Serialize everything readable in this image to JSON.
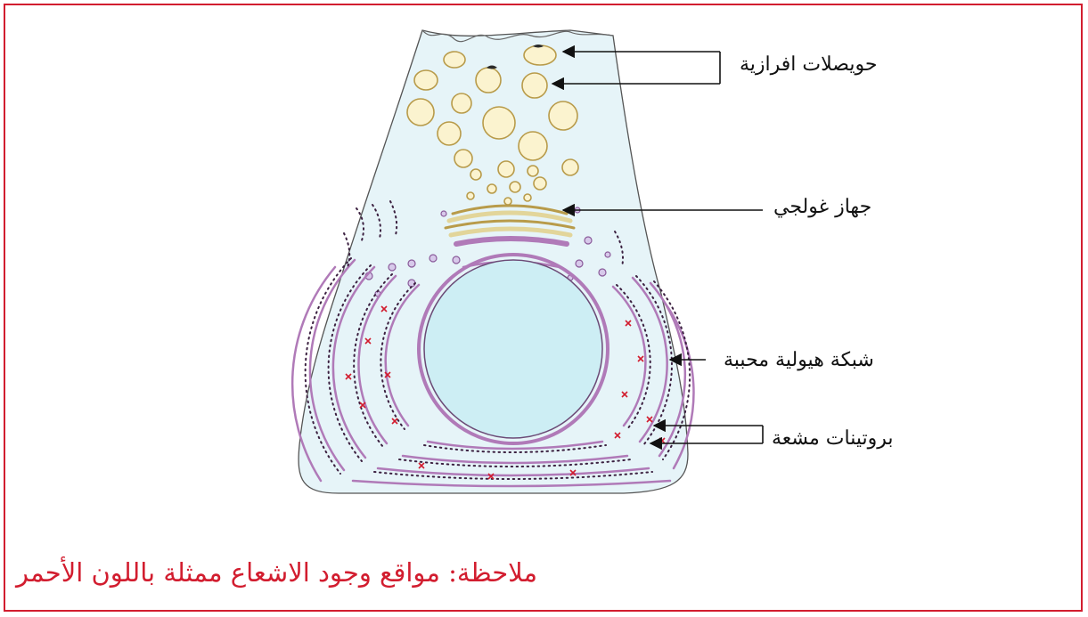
{
  "labels": {
    "secretory_vesicles": "حويصلات افرازية",
    "golgi": "جهاز غولجي",
    "rough_er": "شبكة هيولية محببة",
    "labeled_proteins": "بروتينات مشعة"
  },
  "note": "ملاحظة: مواقع وجود الاشعاع ممثلة باللون الأحمر",
  "colors": {
    "frame": "#d21d2f",
    "note": "#d21d2f",
    "cytoplasm": "#e6f4f8",
    "nucleus": "#cdeef4",
    "vesicle": "#fbf3cf",
    "golgi": "#e2d59a",
    "er_membrane": "#b07ab8",
    "ribosome": "#3b2040",
    "radioactive": "#d21d2f"
  }
}
